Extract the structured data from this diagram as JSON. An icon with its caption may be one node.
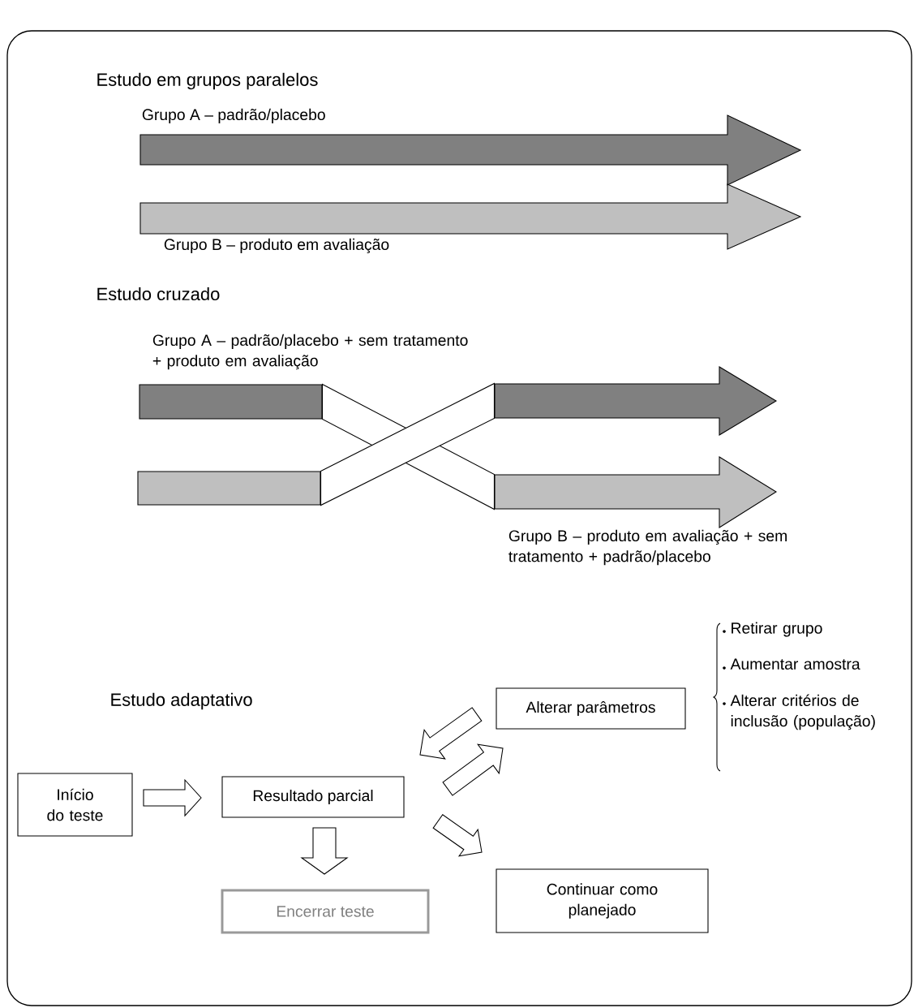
{
  "diagram": {
    "nodes": [
      {
        "text": [
          "Grupo A – padrão/placebo"
        ]
      },
      {
        "text": [
          "Grupo B – produto em avaliação"
        ]
      },
      {
        "text": [
          "Grupo A – padrão/placebo + sem tratamento + produto em avaliação"
        ]
      },
      {
        "text": [],
        "shape": "bar"
      },
      {
        "text": [],
        "shape": "arrow"
      },
      {
        "text": [
          "Grupo B – produto em avaliação + sem tratamento + padrão/placebo"
        ]
      },
      {
        "text": [
          "Início do teste"
        ]
      },
      {
        "text": [
          "Resultado parcial"
        ]
      },
      {
        "text": [
          "Alterar parâmetros"
        ]
      },
      {
        "text": [
          "Encerrar teste"
        ]
      },
      {
        "text": [
          "Continuar como planejado"
        ]
      }
    ],
    "edges": [
      {
        "from": 2,
        "to": 5,
        "arrow": "none"
      },
      {
        "from": 3,
        "to": 4,
        "arrow": "none"
      },
      {
        "from": 6,
        "to": 7,
        "arrow": "to"
      },
      {
        "from": 8,
        "to": 7,
        "arrow": "to"
      },
      {
        "from": 7,
        "to": 8,
        "arrow": "to"
      },
      {
        "from": 7,
        "to": 9,
        "arrow": "to"
      },
      {
        "from": 7,
        "to": 10,
        "arrow": "to"
      }
    ],
    "labels": [
      "Estudo em grupos paralelos",
      "Estudo cruzado",
      "Retirar grupo",
      "Aumentar amostra",
      "Alterar critérios de inclusão (população)",
      "Estudo adaptativo"
    ]
  }
}
